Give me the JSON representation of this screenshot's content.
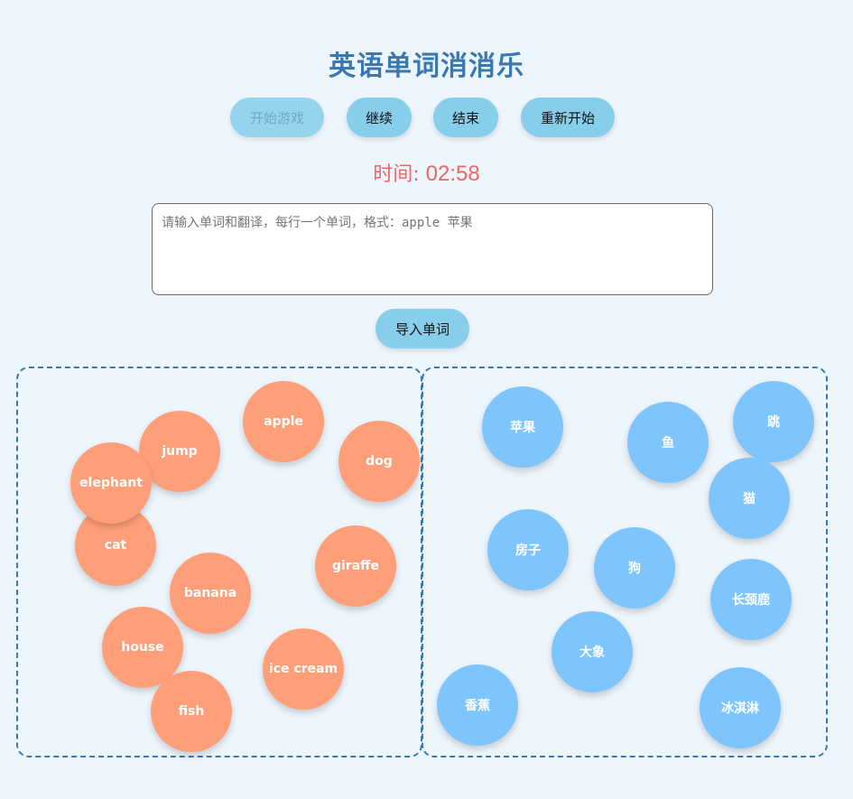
{
  "title": "英语单词消消乐",
  "buttons": {
    "start": "开始游戏",
    "continue": "继续",
    "end": "结束",
    "restart": "重新开始",
    "import": "导入单词"
  },
  "timer": {
    "label": "时间:",
    "value": "02:58"
  },
  "input": {
    "placeholder": "请输入单词和翻译，每行一个单词，格式：apple 苹果",
    "value": ""
  },
  "colors": {
    "english_bubble": "#ff9f7a",
    "chinese_bubble": "#7fc5fd",
    "accent": "#3a78b0",
    "timer": "#f06464"
  },
  "english_words": [
    "jump",
    "apple",
    "dog",
    "elephant",
    "cat",
    "giraffe",
    "banana",
    "house",
    "ice cream",
    "fish"
  ],
  "chinese_words": [
    "苹果",
    "鱼",
    "跳",
    "猫",
    "房子",
    "狗",
    "长颈鹿",
    "大象",
    "香蕉",
    "冰淇淋"
  ]
}
